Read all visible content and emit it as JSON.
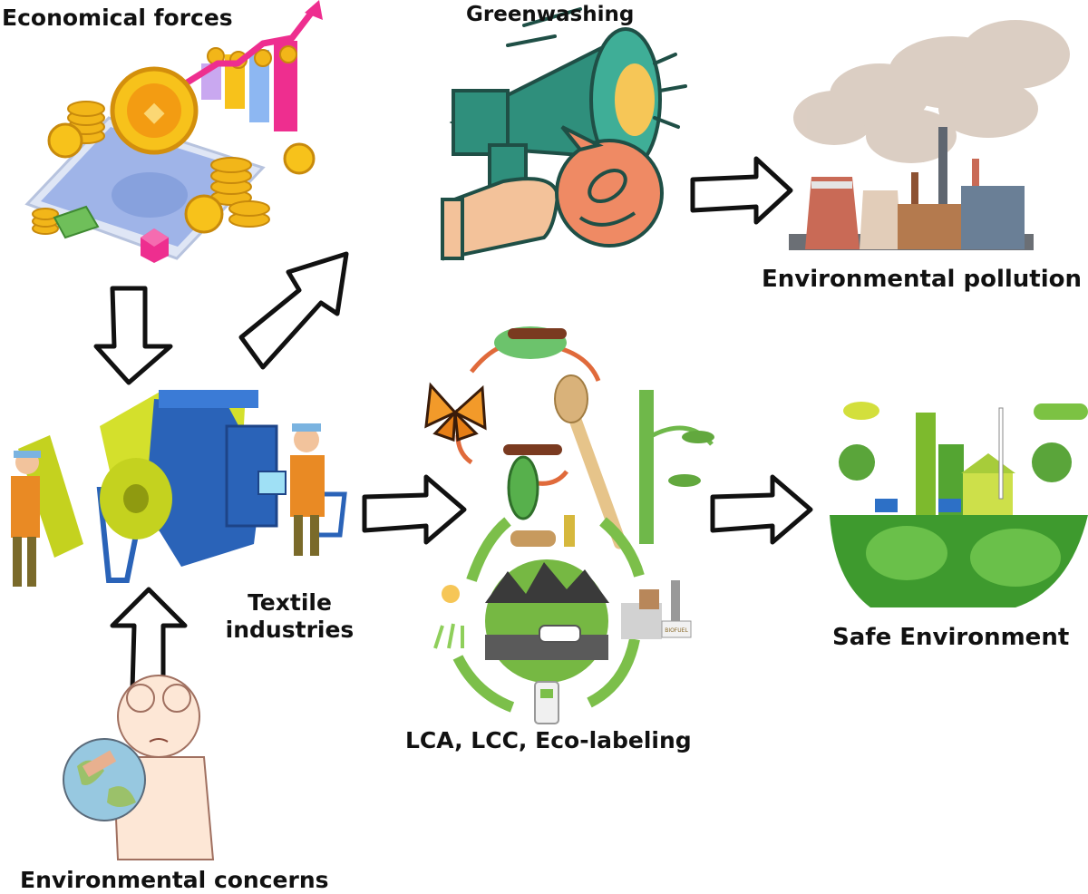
{
  "nodes": {
    "economical_forces": "Economical forces",
    "greenwashing": "Greenwashing",
    "environmental_pollution": "Environmental pollution",
    "textile_industries": "Textile industries",
    "safe_environment": "Safe Environment",
    "lca": "LCA, LCC, Eco-labeling",
    "environmental_concerns": "Environmental concerns"
  },
  "illustration_text": {
    "biofuel_sign": "BIOFUEL"
  },
  "colors": {
    "arrow_outline": "#111111",
    "cycle_orange": "#e06a3b",
    "cycle_green": "#7cbf4a",
    "megaphone_teal": "#2f8f7c",
    "earth_green": "#3e9a2e",
    "coin_gold": "#f2b619"
  },
  "icons": [
    "coins-phone-chart-illustration",
    "megaphone-icon",
    "factory-smoke-icon",
    "textile-machine-illustration",
    "eco-cycle-illustration",
    "green-earth-city-icon",
    "worried-person-globe-illustration"
  ]
}
